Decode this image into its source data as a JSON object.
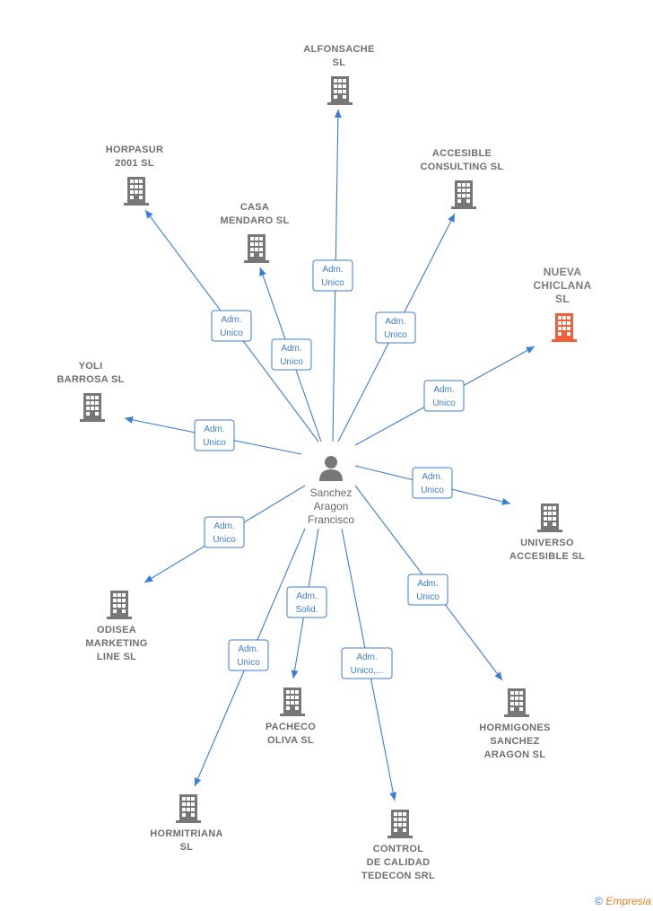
{
  "center": {
    "name_lines": [
      "Sanchez",
      "Aragon",
      "Francisco"
    ],
    "icon": "person-icon"
  },
  "companies": [
    {
      "id": "alfonsache",
      "lines": [
        "ALFONSACHE",
        "SL"
      ],
      "role": [
        "Adm.",
        "Unico"
      ],
      "highlight": false
    },
    {
      "id": "horpasur",
      "lines": [
        "HORPASUR",
        "2001 SL"
      ],
      "role": [
        "Adm.",
        "Unico"
      ],
      "highlight": false
    },
    {
      "id": "accesible-consulting",
      "lines": [
        "ACCESIBLE",
        "CONSULTING SL"
      ],
      "role": [
        "Adm.",
        "Unico"
      ],
      "highlight": false
    },
    {
      "id": "casa-mendaro",
      "lines": [
        "CASA",
        "MENDARO  SL"
      ],
      "role": [
        "Adm.",
        "Unico"
      ],
      "highlight": false
    },
    {
      "id": "nueva-chiclana",
      "lines": [
        "NUEVA",
        "CHICLANA",
        "SL"
      ],
      "role": [
        "Adm.",
        "Unico"
      ],
      "highlight": true
    },
    {
      "id": "yoli-barrosa",
      "lines": [
        "YOLI",
        "BARROSA  SL"
      ],
      "role": [
        "Adm.",
        "Unico"
      ],
      "highlight": false
    },
    {
      "id": "universo-accesible",
      "lines": [
        "UNIVERSO",
        "ACCESIBLE  SL"
      ],
      "role": [
        "Adm.",
        "Unico"
      ],
      "highlight": false
    },
    {
      "id": "odisea-marketing",
      "lines": [
        "ODISEA",
        "MARKETING",
        "LINE SL"
      ],
      "role": [
        "Adm.",
        "Unico"
      ],
      "highlight": false
    },
    {
      "id": "pacheco-oliva",
      "lines": [
        "PACHECO",
        "OLIVA  SL"
      ],
      "role": [
        "Adm.",
        "Solid."
      ],
      "highlight": false
    },
    {
      "id": "hormigones-sanchez",
      "lines": [
        "HORMIGONES",
        "SANCHEZ",
        "ARAGON  SL"
      ],
      "role": [
        "Adm.",
        "Unico"
      ],
      "highlight": false
    },
    {
      "id": "hormitriana",
      "lines": [
        "HORMITRIANA",
        "SL"
      ],
      "role": [
        "Adm.",
        "Unico"
      ],
      "highlight": false
    },
    {
      "id": "control-calidad",
      "lines": [
        "CONTROL",
        "DE CALIDAD",
        "TEDECON SRL"
      ],
      "role": [
        "Adm.",
        "Unico,..."
      ],
      "highlight": false
    }
  ],
  "colors": {
    "edge": "#3b7dd8",
    "building": "#777777",
    "building_highlight": "#f0603a",
    "person": "#777777"
  },
  "credit": {
    "symbol": "©",
    "brand": "Empresia"
  }
}
